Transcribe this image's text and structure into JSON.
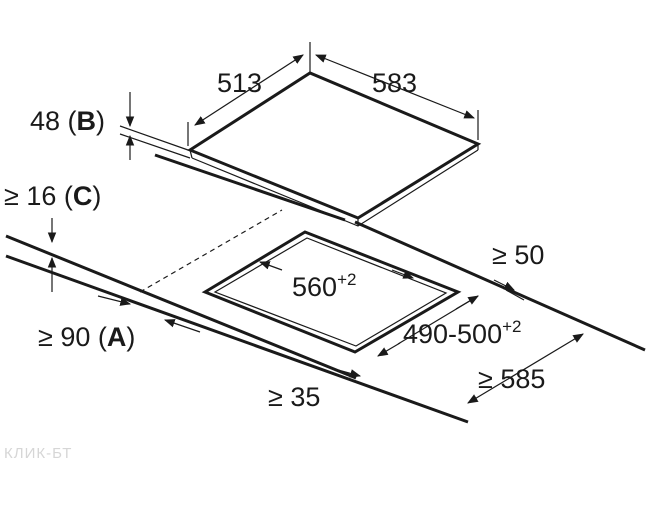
{
  "dimensions": {
    "hob_depth": "513",
    "hob_width": "583",
    "hob_height": "48 (",
    "hob_height_ref": "B",
    "hob_height_close": ")",
    "worktop_thickness": "≥ 16 (",
    "worktop_thickness_ref": "C",
    "worktop_thickness_close": ")",
    "cutout_width": "560",
    "cutout_width_tol": "+2",
    "cutout_depth": "490-500",
    "cutout_depth_tol": "+2",
    "rear_distance": "≥ 50",
    "front_distance": "≥ 90 (",
    "front_distance_ref": "A",
    "front_distance_close": ")",
    "side_distance": "≥ 35",
    "worktop_depth": "≥ 585"
  },
  "watermark": "КЛИК-БТ",
  "colors": {
    "line": "#1a1a1a",
    "background": "#ffffff",
    "watermark": "#d6d6d6"
  }
}
